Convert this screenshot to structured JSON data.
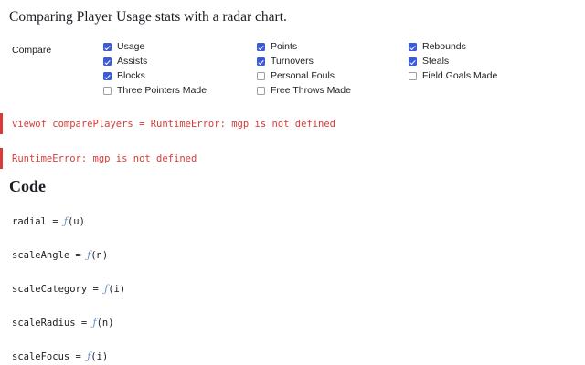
{
  "page": {
    "background": "#ffffff",
    "intro_text": "Comparing Player Usage stats with a radar chart."
  },
  "colors": {
    "text": "#1b1e23",
    "checkbox_checked": "#3b5bdb",
    "checkbox_border": "#9aa0a8",
    "error_red": "#d93a36",
    "function_glyph": "#6a94c4"
  },
  "compare_form": {
    "label": "Compare",
    "columns": [
      {
        "options": [
          {
            "label": "Usage",
            "checked": true
          },
          {
            "label": "Assists",
            "checked": true
          },
          {
            "label": "Blocks",
            "checked": true
          },
          {
            "label": "Three Pointers Made",
            "checked": false
          }
        ]
      },
      {
        "options": [
          {
            "label": "Points",
            "checked": true
          },
          {
            "label": "Turnovers",
            "checked": true
          },
          {
            "label": "Personal Fouls",
            "checked": false
          },
          {
            "label": "Free Throws Made",
            "checked": false
          }
        ]
      },
      {
        "options": [
          {
            "label": "Rebounds",
            "checked": true
          },
          {
            "label": "Steals",
            "checked": true
          },
          {
            "label": "Field Goals Made",
            "checked": false
          }
        ]
      }
    ]
  },
  "errors": [
    {
      "text": "viewof comparePlayers = RuntimeError: mgp is not defined"
    },
    {
      "text": "RuntimeError: mgp is not defined"
    }
  ],
  "code_section": {
    "title": "Code",
    "cells": [
      {
        "name": "radial",
        "arg": "(u)"
      },
      {
        "name": "scaleAngle",
        "arg": "(n)"
      },
      {
        "name": "scaleCategory",
        "arg": "(i)"
      },
      {
        "name": "scaleRadius",
        "arg": "(n)"
      },
      {
        "name": "scaleFocus",
        "arg": "(i)"
      }
    ],
    "assign_operator": " = ",
    "function_glyph": "ƒ"
  }
}
